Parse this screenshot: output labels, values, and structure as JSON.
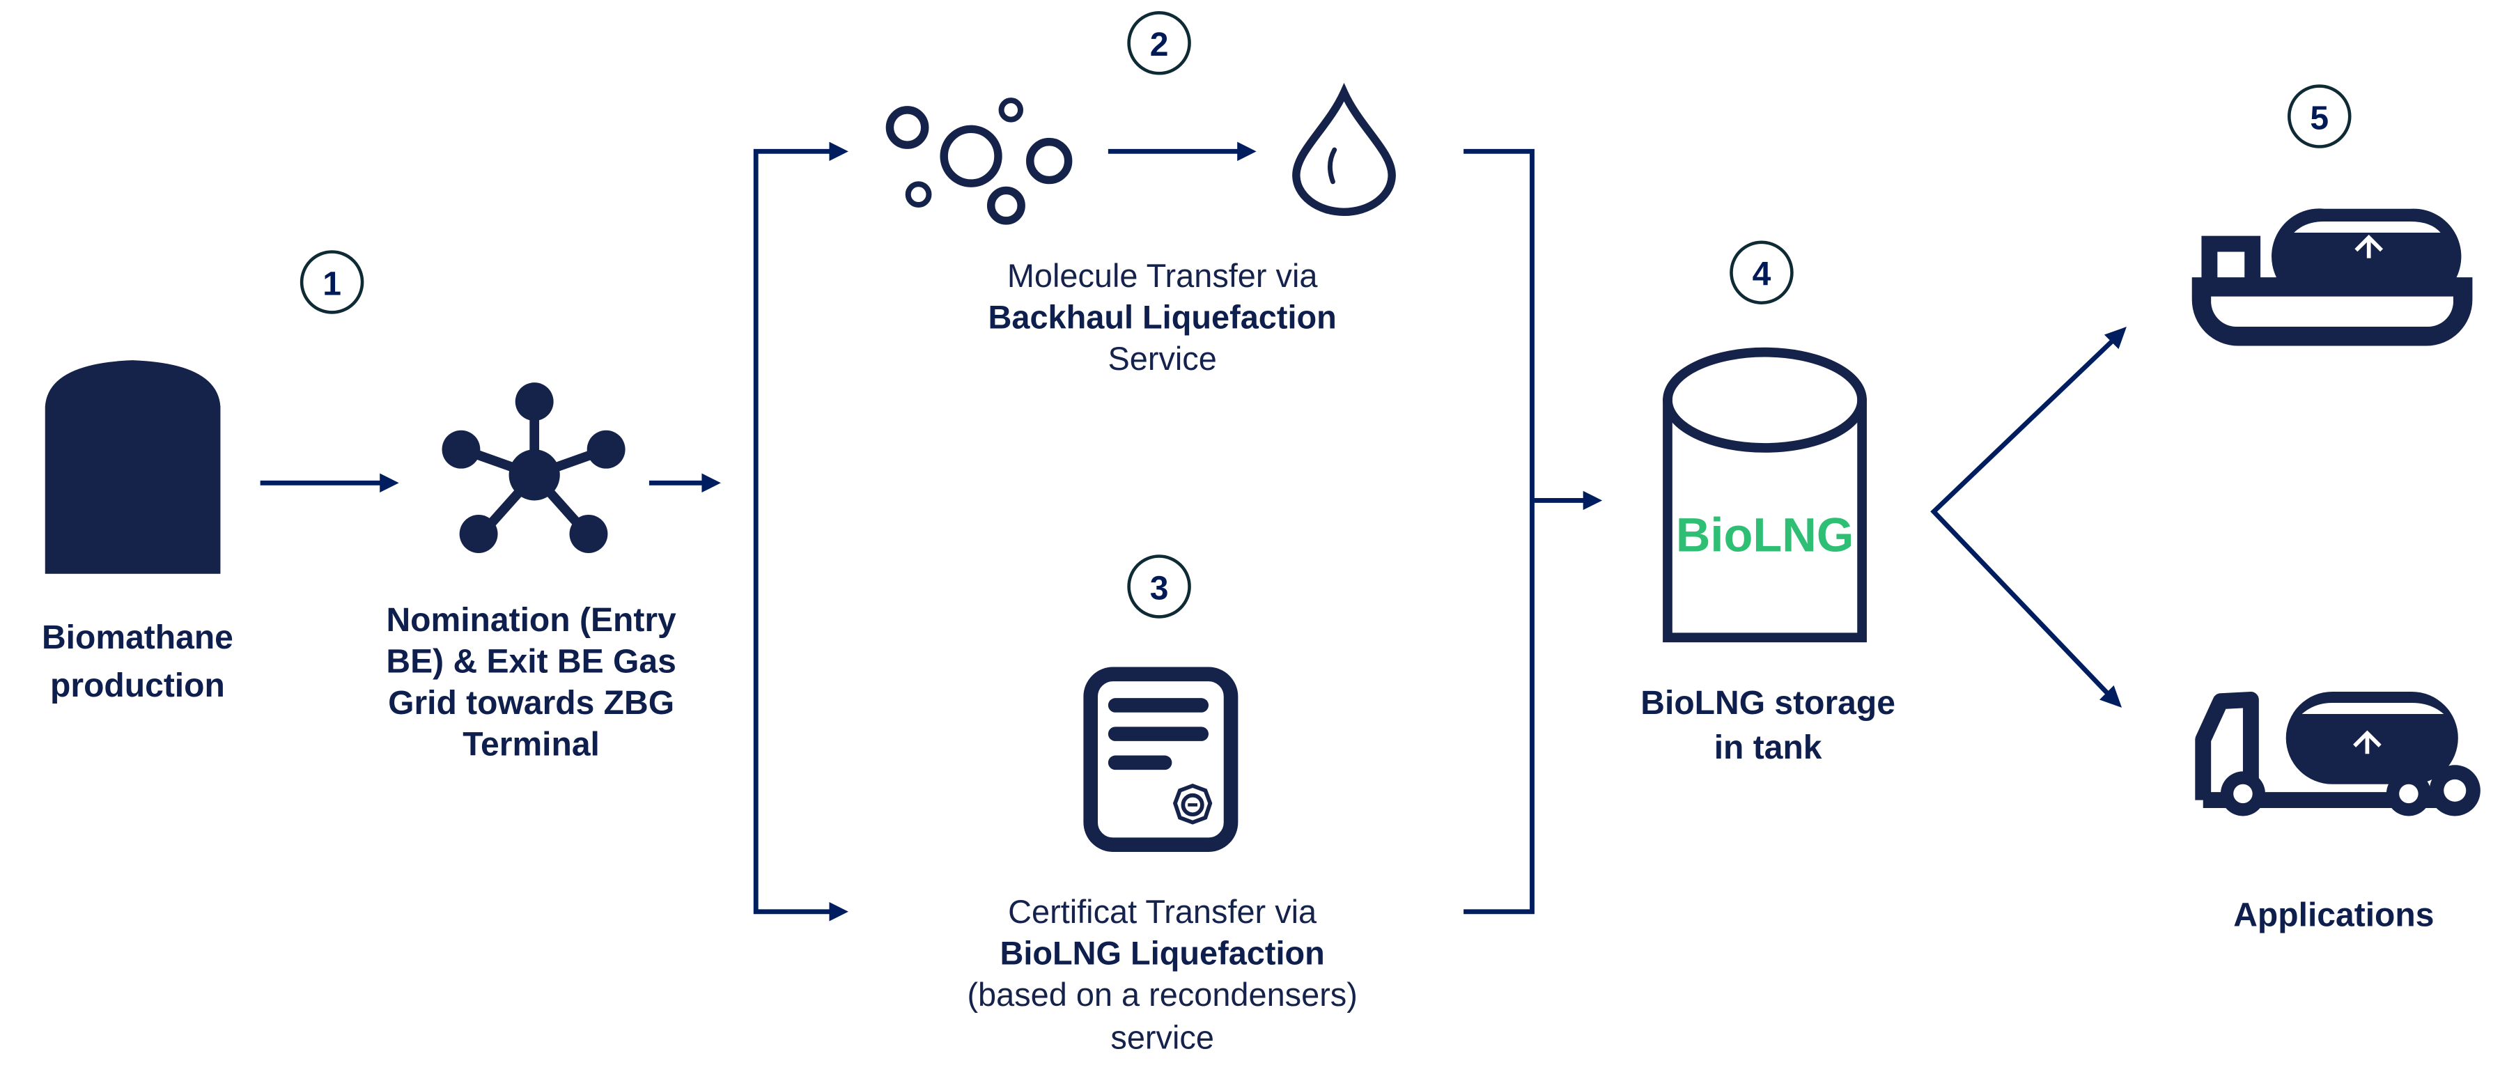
{
  "colors": {
    "navy": "#15234a",
    "flow_line": "#001e5f",
    "biolng_green": "#2ebf74",
    "badge_stroke": "#0e2a35"
  },
  "steps": [
    {
      "number": "1",
      "icon": "biomethane-tank-icon",
      "label_lines": [
        "Biomathane",
        "production"
      ]
    },
    {
      "number": "",
      "icon": "gas-grid-network-icon",
      "label_lines": [
        "Nomination (Entry",
        "BE) & Exit BE Gas",
        "Grid towards ZBG",
        "Terminal"
      ]
    },
    {
      "number": "2",
      "icons": [
        "gas-molecules-icon",
        "liquid-drop-icon"
      ],
      "label_lines": [
        {
          "text": "Molecule Transfer via",
          "weight": "light"
        },
        {
          "text": "Backhaul Liquefaction",
          "weight": "bold"
        },
        {
          "text": "Service",
          "weight": "light"
        }
      ]
    },
    {
      "number": "3",
      "icon": "certificate-icon",
      "label_lines": [
        {
          "text": "Certificat Transfer via",
          "weight": "light"
        },
        {
          "text": "BioLNG Liquefaction",
          "weight": "bold"
        },
        {
          "text": "(based on a recondensers)",
          "weight": "light"
        },
        {
          "text": "service",
          "weight": "light"
        }
      ]
    },
    {
      "number": "4",
      "icon": "storage-tank-icon",
      "tank_text": "BioLNG",
      "label_lines": [
        "BioLNG storage",
        "in tank"
      ]
    },
    {
      "number": "5",
      "icons": [
        "lng-ship-icon",
        "lng-truck-icon"
      ],
      "label_lines": [
        "Applications"
      ]
    }
  ]
}
